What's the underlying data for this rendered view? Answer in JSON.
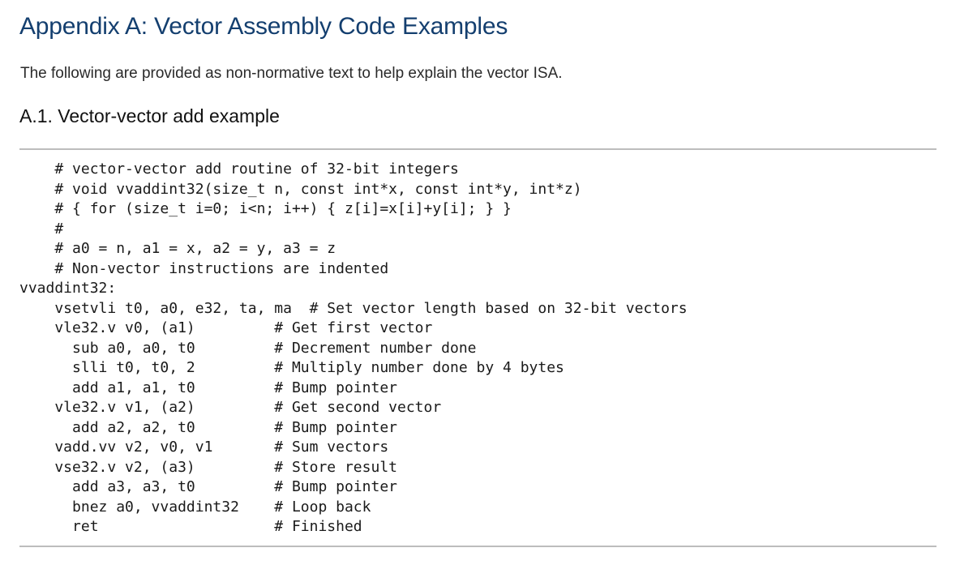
{
  "heading": "Appendix A: Vector Assembly Code Examples",
  "intro": "The following are provided as non-normative text to help explain the vector ISA.",
  "section_heading": "A.1. Vector-vector add example",
  "code_lines": [
    "    # vector-vector add routine of 32-bit integers",
    "    # void vvaddint32(size_t n, const int*x, const int*y, int*z)",
    "    # { for (size_t i=0; i<n; i++) { z[i]=x[i]+y[i]; } }",
    "    #",
    "    # a0 = n, a1 = x, a2 = y, a3 = z",
    "    # Non-vector instructions are indented",
    "vvaddint32:",
    "    vsetvli t0, a0, e32, ta, ma  # Set vector length based on 32-bit vectors",
    "    vle32.v v0, (a1)         # Get first vector",
    "      sub a0, a0, t0         # Decrement number done",
    "      slli t0, t0, 2         # Multiply number done by 4 bytes",
    "      add a1, a1, t0         # Bump pointer",
    "    vle32.v v1, (a2)         # Get second vector",
    "      add a2, a2, t0         # Bump pointer",
    "    vadd.vv v2, v0, v1       # Sum vectors",
    "    vse32.v v2, (a3)         # Store result",
    "      add a3, a3, t0         # Bump pointer",
    "      bnez a0, vvaddint32    # Loop back",
    "      ret                    # Finished"
  ]
}
